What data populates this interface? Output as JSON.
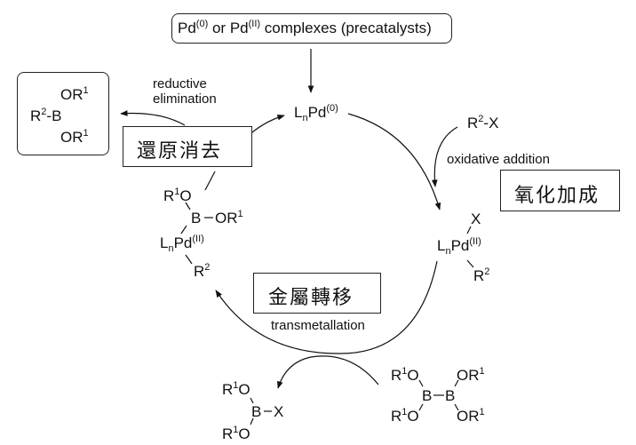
{
  "precatalyst": {
    "pd": "Pd",
    "sup0": "(0)",
    "or": " or ",
    "pd2": "Pd",
    "sup2": "(II)",
    "rest": " complexes (precatalysts)"
  },
  "pd0": {
    "L": "L",
    "n": "n",
    "Pd": "Pd",
    "ox": "(0)"
  },
  "reductive_elimination": {
    "line1": "reductive",
    "line2": "elimination",
    "zh": "還原消去"
  },
  "oxidative_addition": {
    "label": "oxidative addition",
    "zh": "氧化加成"
  },
  "transmetallation": {
    "label": "transmetallation",
    "zh": "金屬轉移"
  },
  "product": {
    "R": "R",
    "r_sup": "2",
    "dash_B": "-B",
    "OR": "OR",
    "or_sup": "1"
  },
  "reagent": {
    "R": "R",
    "r_sup": "2",
    "dash_X": "-X"
  },
  "pd2_ox": {
    "L": "L",
    "n": "n",
    "Pd": "Pd",
    "ox": "(II)",
    "X": "X",
    "R": "R",
    "r_sup": "2"
  },
  "pd2_boryl": {
    "R1O_R": "R",
    "R1O_sup": "1",
    "R1O_O": "O",
    "B": "B",
    "OR": "OR",
    "or_sup": "1",
    "L": "L",
    "n": "n",
    "Pd": "Pd",
    "ox": "(II)",
    "R": "R",
    "r_sup": "2"
  },
  "byproduct": {
    "R": "R",
    "sup": "1",
    "O": "O",
    "B": "B",
    "X": "X"
  },
  "diboron": {
    "R": "R",
    "sup": "1",
    "O": "O",
    "B": "B",
    "OR": "OR"
  }
}
